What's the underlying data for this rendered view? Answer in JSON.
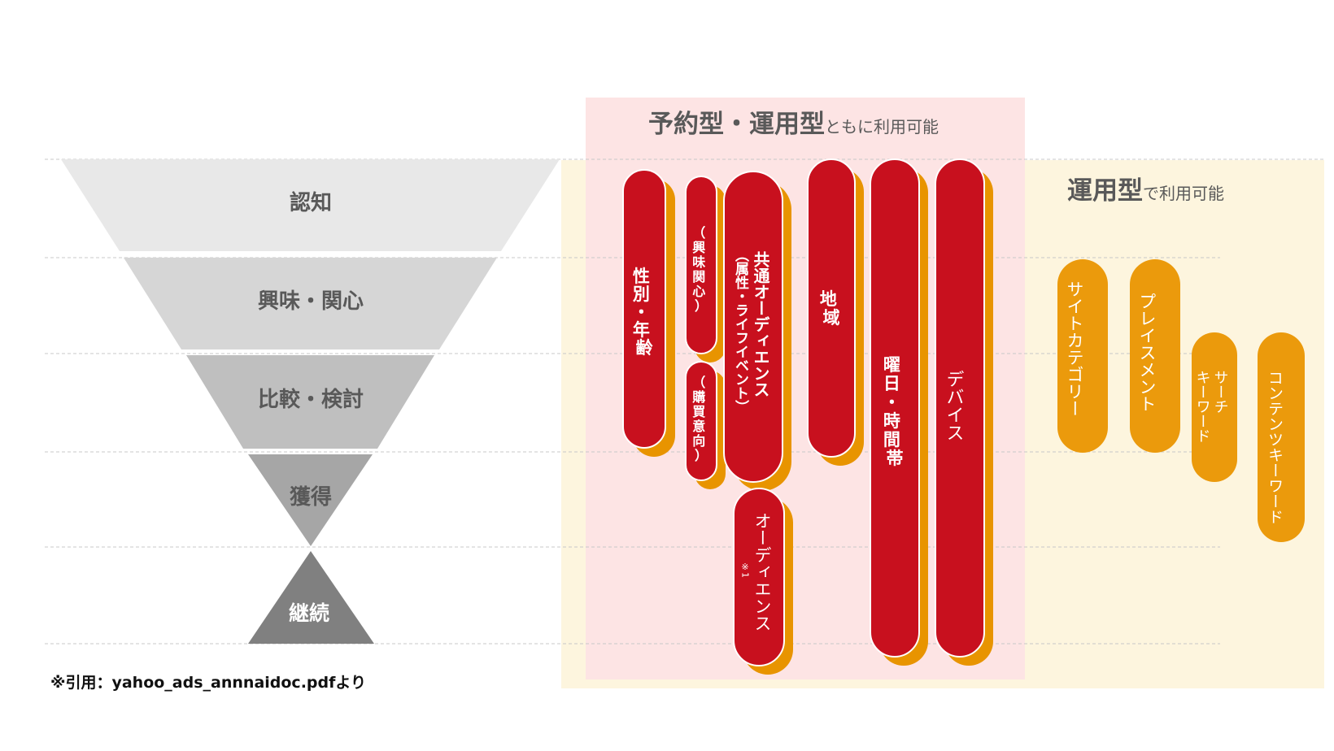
{
  "funnel": {
    "stages": [
      "認知",
      "興味・関心",
      "比較・検討",
      "獲得",
      "継続"
    ],
    "colors": [
      "#e8e8e8",
      "#d6d6d6",
      "#bfbfbf",
      "#a6a6a6",
      "#808080"
    ]
  },
  "reservation_section": {
    "title_main": "予約型・運用型",
    "title_sub": "ともに利用可能",
    "bg_color": "#fde4e4"
  },
  "operation_section": {
    "title_main": "運用型",
    "title_sub": "で利用可能",
    "bg_color": "#fdf5de"
  },
  "red_targeting": {
    "color": "#c8101e",
    "shadow_color": "#e89400",
    "items": [
      {
        "id": "gender-age",
        "lines": [
          "性",
          "別",
          "・",
          "年",
          "齢"
        ]
      },
      {
        "id": "interest",
        "lines": [
          "（",
          "興",
          "味",
          "関",
          "心",
          "）"
        ]
      },
      {
        "id": "purchase-intent",
        "lines": [
          "（",
          "購",
          "買",
          "意",
          "向",
          "）"
        ]
      },
      {
        "id": "common-audience",
        "lines": [
          "共通オーディエンス",
          "（属性・ライフイベント）"
        ]
      },
      {
        "id": "audience",
        "lines": [
          "オーディエンス"
        ],
        "note": "※1"
      },
      {
        "id": "region",
        "lines": [
          "地",
          "域"
        ]
      },
      {
        "id": "day-time",
        "lines": [
          "曜",
          "日",
          "・",
          "時",
          "間",
          "帯"
        ]
      },
      {
        "id": "device",
        "lines": [
          "デバイス"
        ]
      }
    ]
  },
  "orange_targeting": {
    "color": "#eb9a0c",
    "items": [
      {
        "id": "site-category",
        "lines": [
          "サイトカテゴリー"
        ]
      },
      {
        "id": "placement",
        "lines": [
          "プレイスメント"
        ]
      },
      {
        "id": "search-keyword",
        "lines": [
          "サーチ",
          "キーワード"
        ]
      },
      {
        "id": "content-keyword",
        "lines": [
          "コンテンツキーワード"
        ]
      }
    ]
  },
  "footnote": "※引用：yahoo_ads_annnaidoc.pdfより"
}
